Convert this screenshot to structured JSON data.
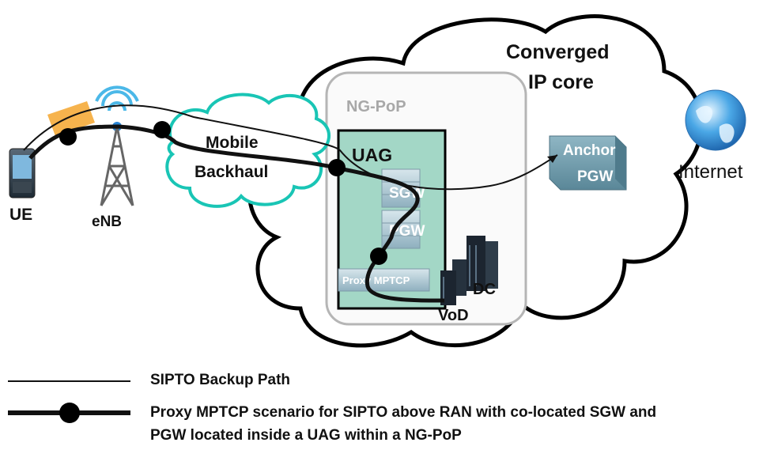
{
  "cloud": {
    "title_line1": "Converged",
    "title_line2": "IP core"
  },
  "ngpop": {
    "label": "NG-PoP"
  },
  "uag": {
    "label": "UAG"
  },
  "sgw": {
    "label": "SGW"
  },
  "pgw": {
    "label": "PGW"
  },
  "proxy": {
    "label": "Proxy MPTCP"
  },
  "dc": {
    "label": "DC"
  },
  "vod": {
    "label": "VoD"
  },
  "anchor": {
    "line1": "Anchor",
    "line2": "PGW"
  },
  "internet": {
    "label": "Internet"
  },
  "backhaul": {
    "line1": "Mobile",
    "line2": "Backhaul"
  },
  "ue": {
    "label": "UE"
  },
  "enb": {
    "label": "eNB"
  },
  "legend": {
    "backup": "SIPTO Backup Path",
    "proxy_line1": "Proxy MPTCP scenario for SIPTO above RAN with co-located SGW  and",
    "proxy_line2": "PGW located inside a UAG within a NG-PoP"
  },
  "colors": {
    "backhaul_cloud": "#19c5b5",
    "uag_fill": "#9fd6c4",
    "anchor_box": "#6f98a8",
    "globe": "#2a86d6"
  }
}
